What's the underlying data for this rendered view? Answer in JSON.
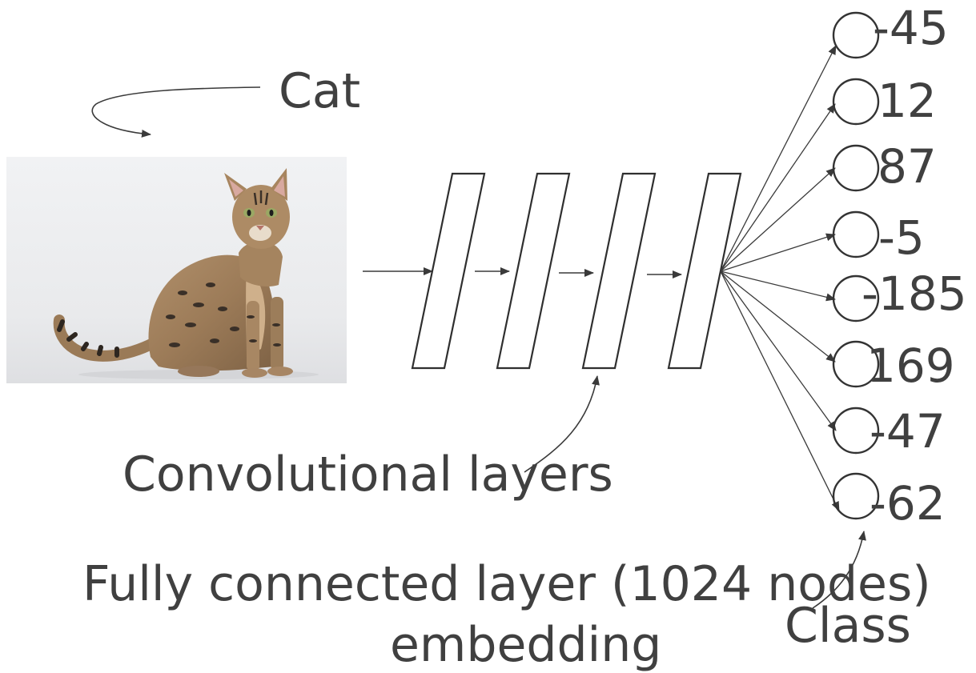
{
  "labels": {
    "cat": "Cat",
    "conv": "Convolutional layers",
    "fc_line1": "Fully connected layer (1024 nodes)",
    "fc_line2": "embedding",
    "class": "Class"
  },
  "outputs": [
    "-45",
    "12",
    "87",
    "-5",
    "-185",
    "169",
    "-47",
    "-62"
  ],
  "icons": {
    "photo": "cat-photo"
  }
}
